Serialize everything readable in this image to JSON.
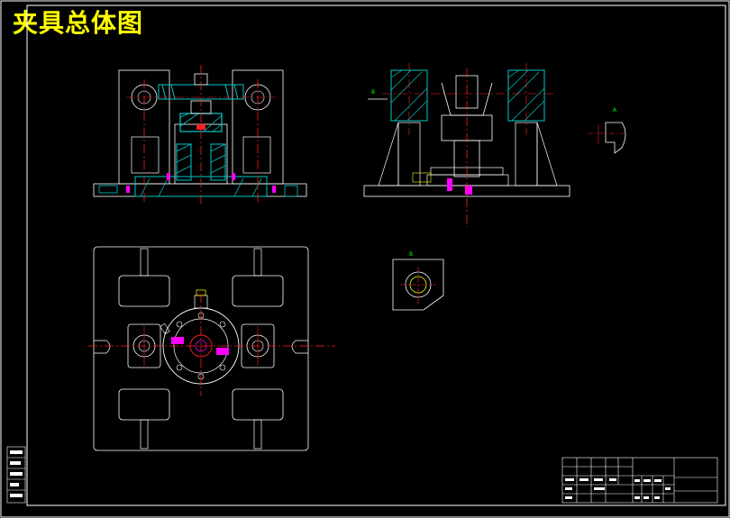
{
  "title": "夹具总体图",
  "colors": {
    "background": "#000000",
    "outline": "#ffffff",
    "section": "#00c8c8",
    "center_line": "#ff2020",
    "title": "#ffff00",
    "view_label": "#00ff00",
    "fastener": "#ff00ff"
  },
  "section_marks": {
    "front_view": "B",
    "detail_a": "A",
    "detail_b": "B"
  }
}
